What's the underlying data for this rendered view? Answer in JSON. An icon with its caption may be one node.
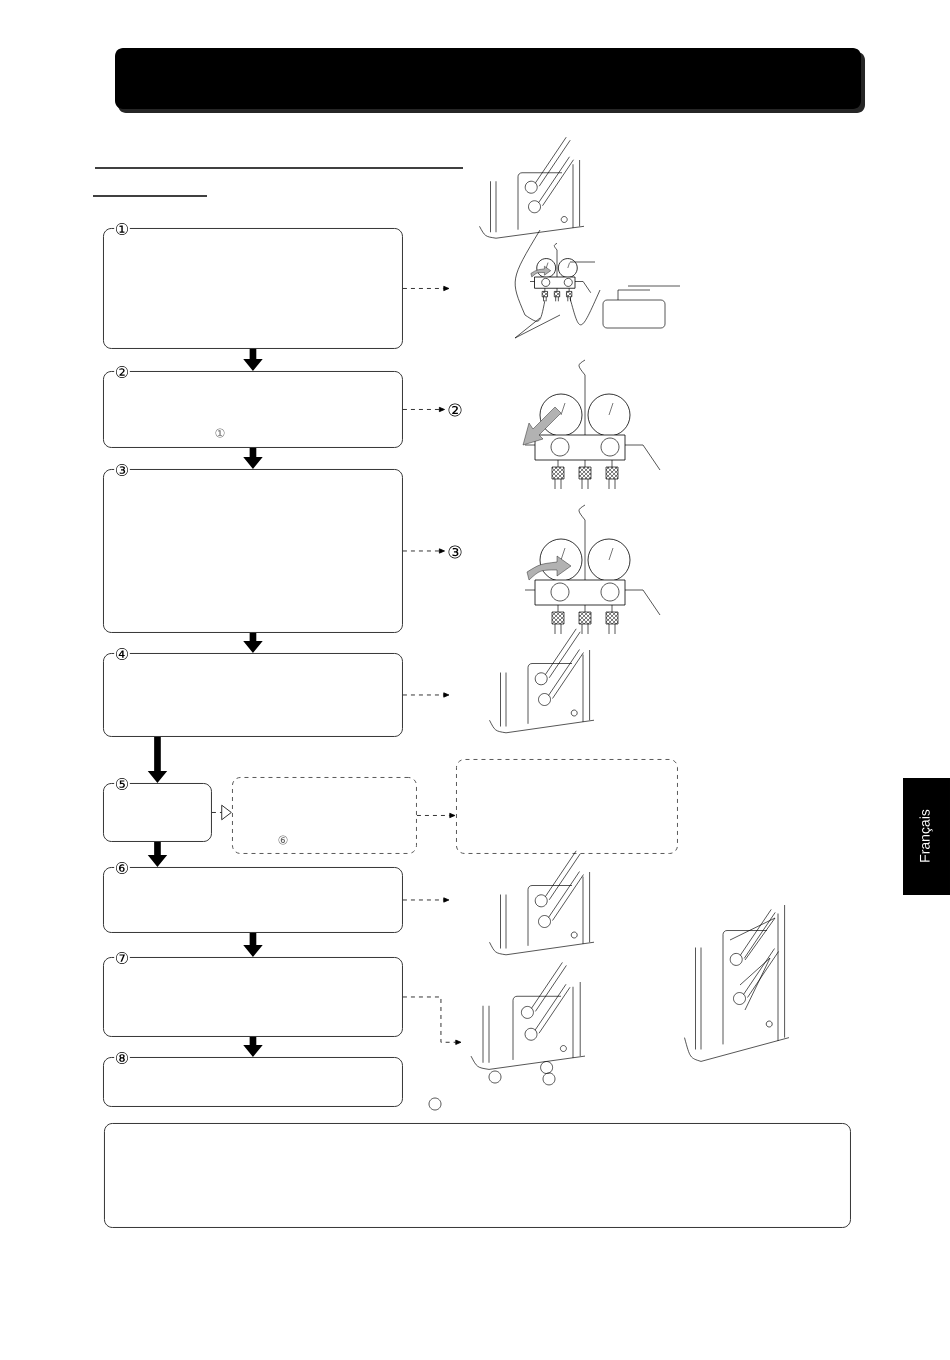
{
  "diagram": {
    "nodes": [
      {
        "text": [
          "①"
        ]
      },
      {
        "text": [
          "②",
          "①"
        ]
      },
      {
        "text": [
          "③"
        ]
      },
      {
        "text": [
          "④"
        ]
      },
      {
        "text": [
          "⑤"
        ]
      },
      {
        "text": [
          "⑥"
        ]
      },
      {
        "text": [],
        "shape": "box"
      },
      {
        "text": [
          "⑥"
        ]
      },
      {
        "text": [
          "⑦"
        ]
      },
      {
        "text": [
          "⑧"
        ]
      },
      {
        "text": [],
        "shape": "box"
      },
      {
        "text": [],
        "shape": "picture"
      },
      {
        "text": [
          "②"
        ]
      },
      {
        "text": [
          "③"
        ]
      },
      {
        "text": [],
        "shape": "picture"
      },
      {
        "text": [],
        "shape": "picture"
      },
      {
        "text": [],
        "shape": "picture"
      }
    ],
    "edges": [
      {
        "from": 0,
        "to": 1,
        "arrow": "to",
        "style": "thick"
      },
      {
        "from": 1,
        "to": 2,
        "arrow": "to",
        "style": "thick"
      },
      {
        "from": 2,
        "to": 3,
        "arrow": "to",
        "style": "thick"
      },
      {
        "from": 3,
        "to": 4,
        "arrow": "to",
        "style": "thick"
      },
      {
        "from": 4,
        "to": 7,
        "arrow": "to",
        "style": "thick"
      },
      {
        "from": 7,
        "to": 8,
        "arrow": "to",
        "style": "thick"
      },
      {
        "from": 8,
        "to": 9,
        "arrow": "to",
        "style": "thick"
      },
      {
        "from": 0,
        "to": 11,
        "arrow": "to",
        "style": "dashed"
      },
      {
        "from": 1,
        "to": 12,
        "arrow": "to",
        "style": "dashed"
      },
      {
        "from": 2,
        "to": 13,
        "arrow": "to",
        "style": "dashed"
      },
      {
        "from": 3,
        "to": 14,
        "arrow": "to",
        "style": "dashed"
      },
      {
        "from": 4,
        "to": 5,
        "arrow": "to",
        "style": "dashed"
      },
      {
        "from": 5,
        "to": 6,
        "arrow": "to",
        "style": "dashed"
      },
      {
        "from": 7,
        "to": 15,
        "arrow": "to",
        "style": "dashed"
      },
      {
        "from": 8,
        "to": 16,
        "arrow": "to",
        "style": "dashed"
      }
    ],
    "labels": [
      "Français"
    ]
  }
}
